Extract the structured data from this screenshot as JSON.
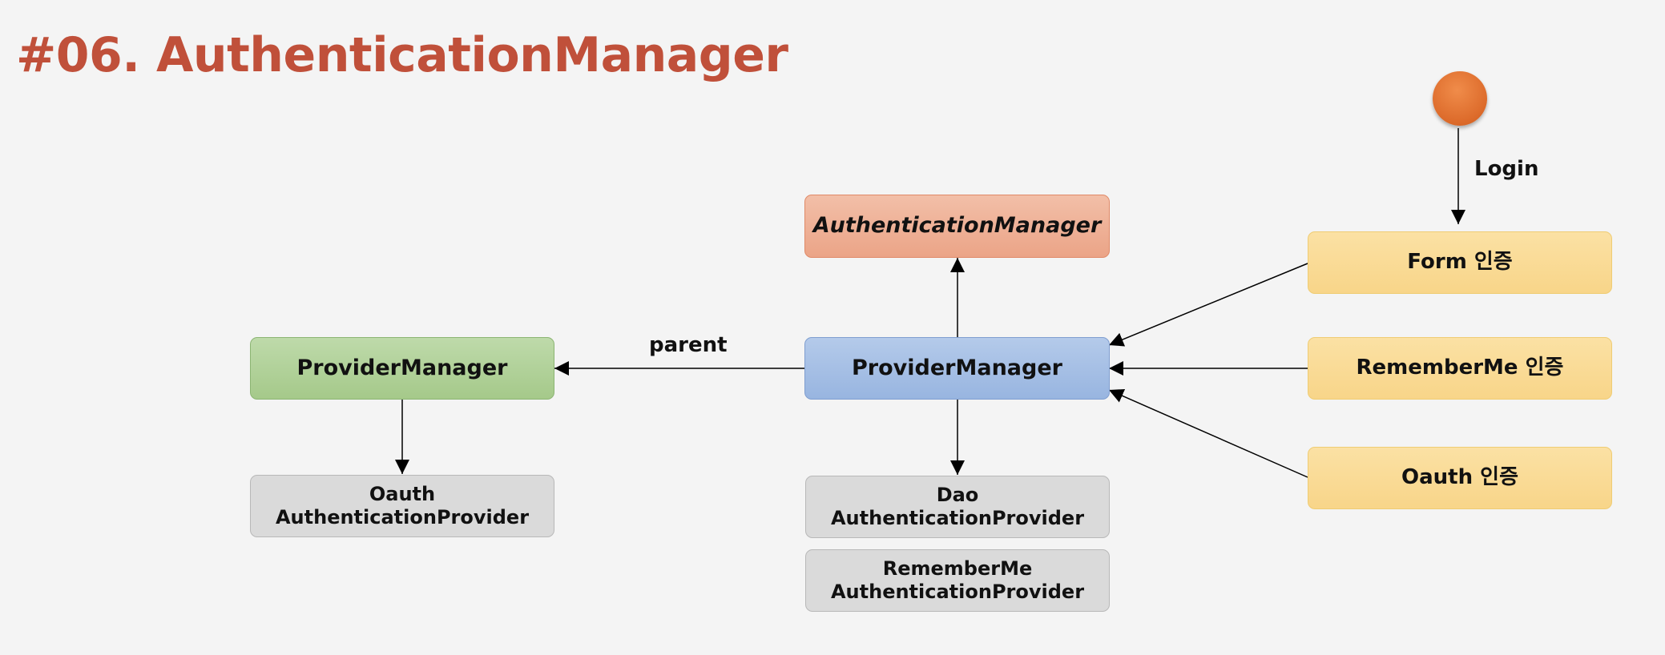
{
  "title": "#06. AuthenticationManager",
  "nodes": {
    "authentication_manager": "AuthenticationManager",
    "provider_manager_main": "ProviderManager",
    "provider_manager_parent": "ProviderManager",
    "form_auth": "Form 인증",
    "rememberme_auth": "RememberMe 인증",
    "oauth_auth": "Oauth 인증",
    "oauth_provider": [
      "Oauth",
      "AuthenticationProvider"
    ],
    "dao_provider": [
      "Dao",
      "AuthenticationProvider"
    ],
    "rememberme_provider": [
      "RememberMe",
      "AuthenticationProvider"
    ]
  },
  "edge_labels": {
    "parent": "parent",
    "login": "Login"
  },
  "colors": {
    "title": "#c0503a",
    "authentication_manager": "#eba487",
    "provider_manager_main": "#98b5e0",
    "provider_manager_parent": "#a5c98a",
    "auth_methods": "#f8d589",
    "providers": "#dadada",
    "actor": "#dc6a2a"
  }
}
